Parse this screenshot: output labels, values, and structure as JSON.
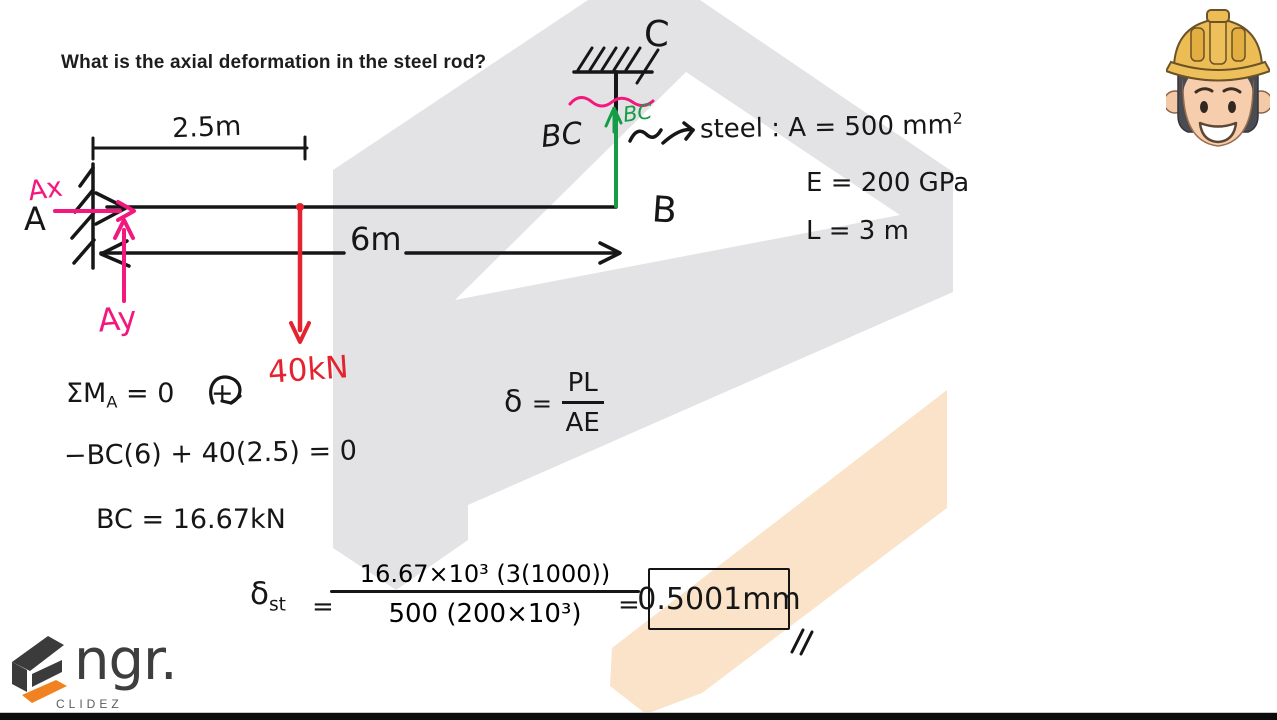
{
  "question": {
    "text": "What is the axial deformation in the steel rod?"
  },
  "diagram": {
    "labels": {
      "dim_ab": "2.5m",
      "dim_total": "6m",
      "load": "40kN",
      "reaction_x": "Ax",
      "reaction_y": "Ay",
      "node_a": "A",
      "node_b": "B",
      "node_c": "C",
      "member": "BC",
      "member_force": "BC"
    },
    "properties": {
      "material_line": "steel : A = 500 mm",
      "area_exponent": "2",
      "modulus_line": "E = 200 GPa",
      "length_line": "L = 3 m"
    }
  },
  "solution": {
    "moment": {
      "sym": "ΣM",
      "sub": "A",
      "rest": "= 0",
      "dir": "+"
    },
    "moment_expansion": "−BC(6) + 40(2.5) = 0",
    "member_force_result": "BC = 16.67kN",
    "formula": {
      "delta": "δ",
      "eq": "=",
      "num": "PL",
      "den": "AE"
    },
    "final": {
      "delta": "δ",
      "sub": "st",
      "eq": "=",
      "numerator": "16.67×10³ (3(1000))",
      "denominator": "500 (200×10³)",
      "eq2": "=",
      "answer": "0.5001mm"
    }
  },
  "branding": {
    "logo_text": "ngr.",
    "logo_sub": "CLIDEZ"
  },
  "colors": {
    "ink": "#161616",
    "load_red": "#e32330",
    "reaction_pink": "#f2187d",
    "rod_green": "#169c46",
    "logo_orange": "#f08222",
    "watermark_gray": "#e3e3e5",
    "watermark_peach": "#fae3c8"
  }
}
